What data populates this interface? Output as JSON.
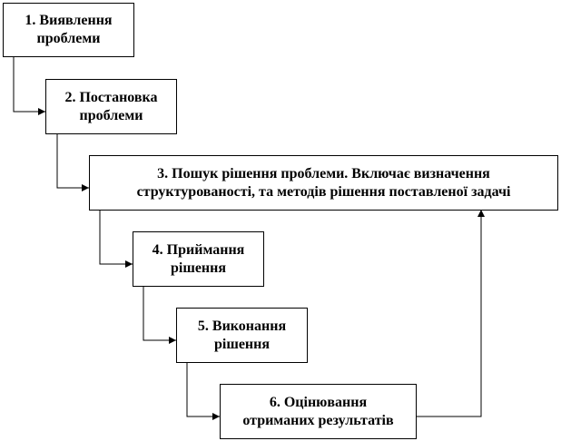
{
  "diagram": {
    "steps": [
      {
        "id": 1,
        "text": "1. Виявлення\nпроблеми"
      },
      {
        "id": 2,
        "text": "2. Постановка\nпроблеми"
      },
      {
        "id": 3,
        "text": "3. Пошук рішення проблеми. Включає визначення\nструктурованості, та методів рішення поставленої задачі"
      },
      {
        "id": 4,
        "text": "4. Приймання\nрішення"
      },
      {
        "id": 5,
        "text": "5. Виконання\nрішення"
      },
      {
        "id": 6,
        "text": "6. Оцінювання\nотриманих результатів"
      }
    ],
    "edges": [
      {
        "from": 1,
        "to": 2
      },
      {
        "from": 2,
        "to": 3
      },
      {
        "from": 3,
        "to": 4
      },
      {
        "from": 4,
        "to": 5
      },
      {
        "from": 5,
        "to": 6
      },
      {
        "from": 6,
        "to": 3
      }
    ],
    "line_color": "#000000"
  }
}
